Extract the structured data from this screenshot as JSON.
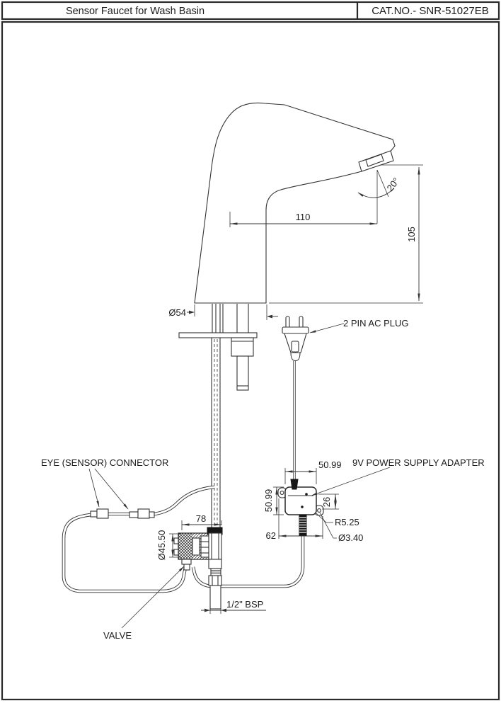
{
  "header": {
    "title": "Sensor Faucet for Wash Basin",
    "cat_no": "CAT.NO.- SNR-51027EB"
  },
  "labels": {
    "plug": "2 PIN AC PLUG",
    "eye_connector": "EYE (SENSOR) CONNECTOR",
    "adapter": "9V POWER SUPPLY ADAPTER",
    "valve": "VALVE"
  },
  "dimensions": {
    "spout_reach": "110",
    "spout_height": "105",
    "spout_angle": "20°",
    "body_diameter": "Ø54",
    "adapter_width": "50.99",
    "adapter_height": "50.99",
    "adapter_port": "26",
    "adapter_corner_radius": "R5.25",
    "adapter_hole": "Ø3.40",
    "adapter_mount_span": "62",
    "valve_width": "78",
    "valve_diameter": "Ø45.50",
    "inlet_thread": "1/2\" BSP"
  },
  "colors": {
    "background": "#ffffff",
    "line": "#333333",
    "ink": "#1a1a1a"
  }
}
